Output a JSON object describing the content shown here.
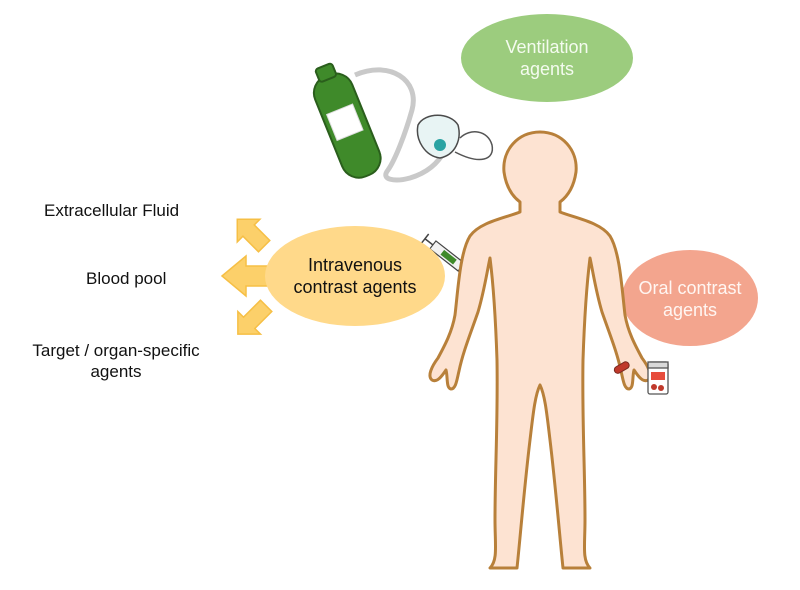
{
  "bubbles": {
    "ventilation": {
      "line1": "Ventilation",
      "line2": "agents",
      "fill": "#9ccc7e",
      "text_color": "#f4fbef"
    },
    "intravenous": {
      "line1": "Intravenous",
      "line2": "contrast agents",
      "fill": "#ffd98a",
      "text_color": "#111111"
    },
    "oral": {
      "line1": "Oral contrast",
      "line2": "agents",
      "fill": "#f3a58e",
      "text_color": "#fff6f2"
    }
  },
  "categories": {
    "extracellular": "Extracellular Fluid",
    "blood_pool": "Blood pool",
    "target_line1": "Target / organ-specific",
    "target_line2": "agents"
  },
  "colors": {
    "body_fill": "#fde3d2",
    "body_outline": "#b8803a",
    "arrow_fill": "#fcd06a",
    "arrow_stroke": "#f6bf45",
    "cylinder": "#3f8a2a",
    "mask": "#2aa3a3"
  },
  "icons": [
    "oxygen-cylinder-icon",
    "oxygen-mask-icon",
    "syringe-icon",
    "pill-bottle-icon",
    "pill-icon"
  ]
}
